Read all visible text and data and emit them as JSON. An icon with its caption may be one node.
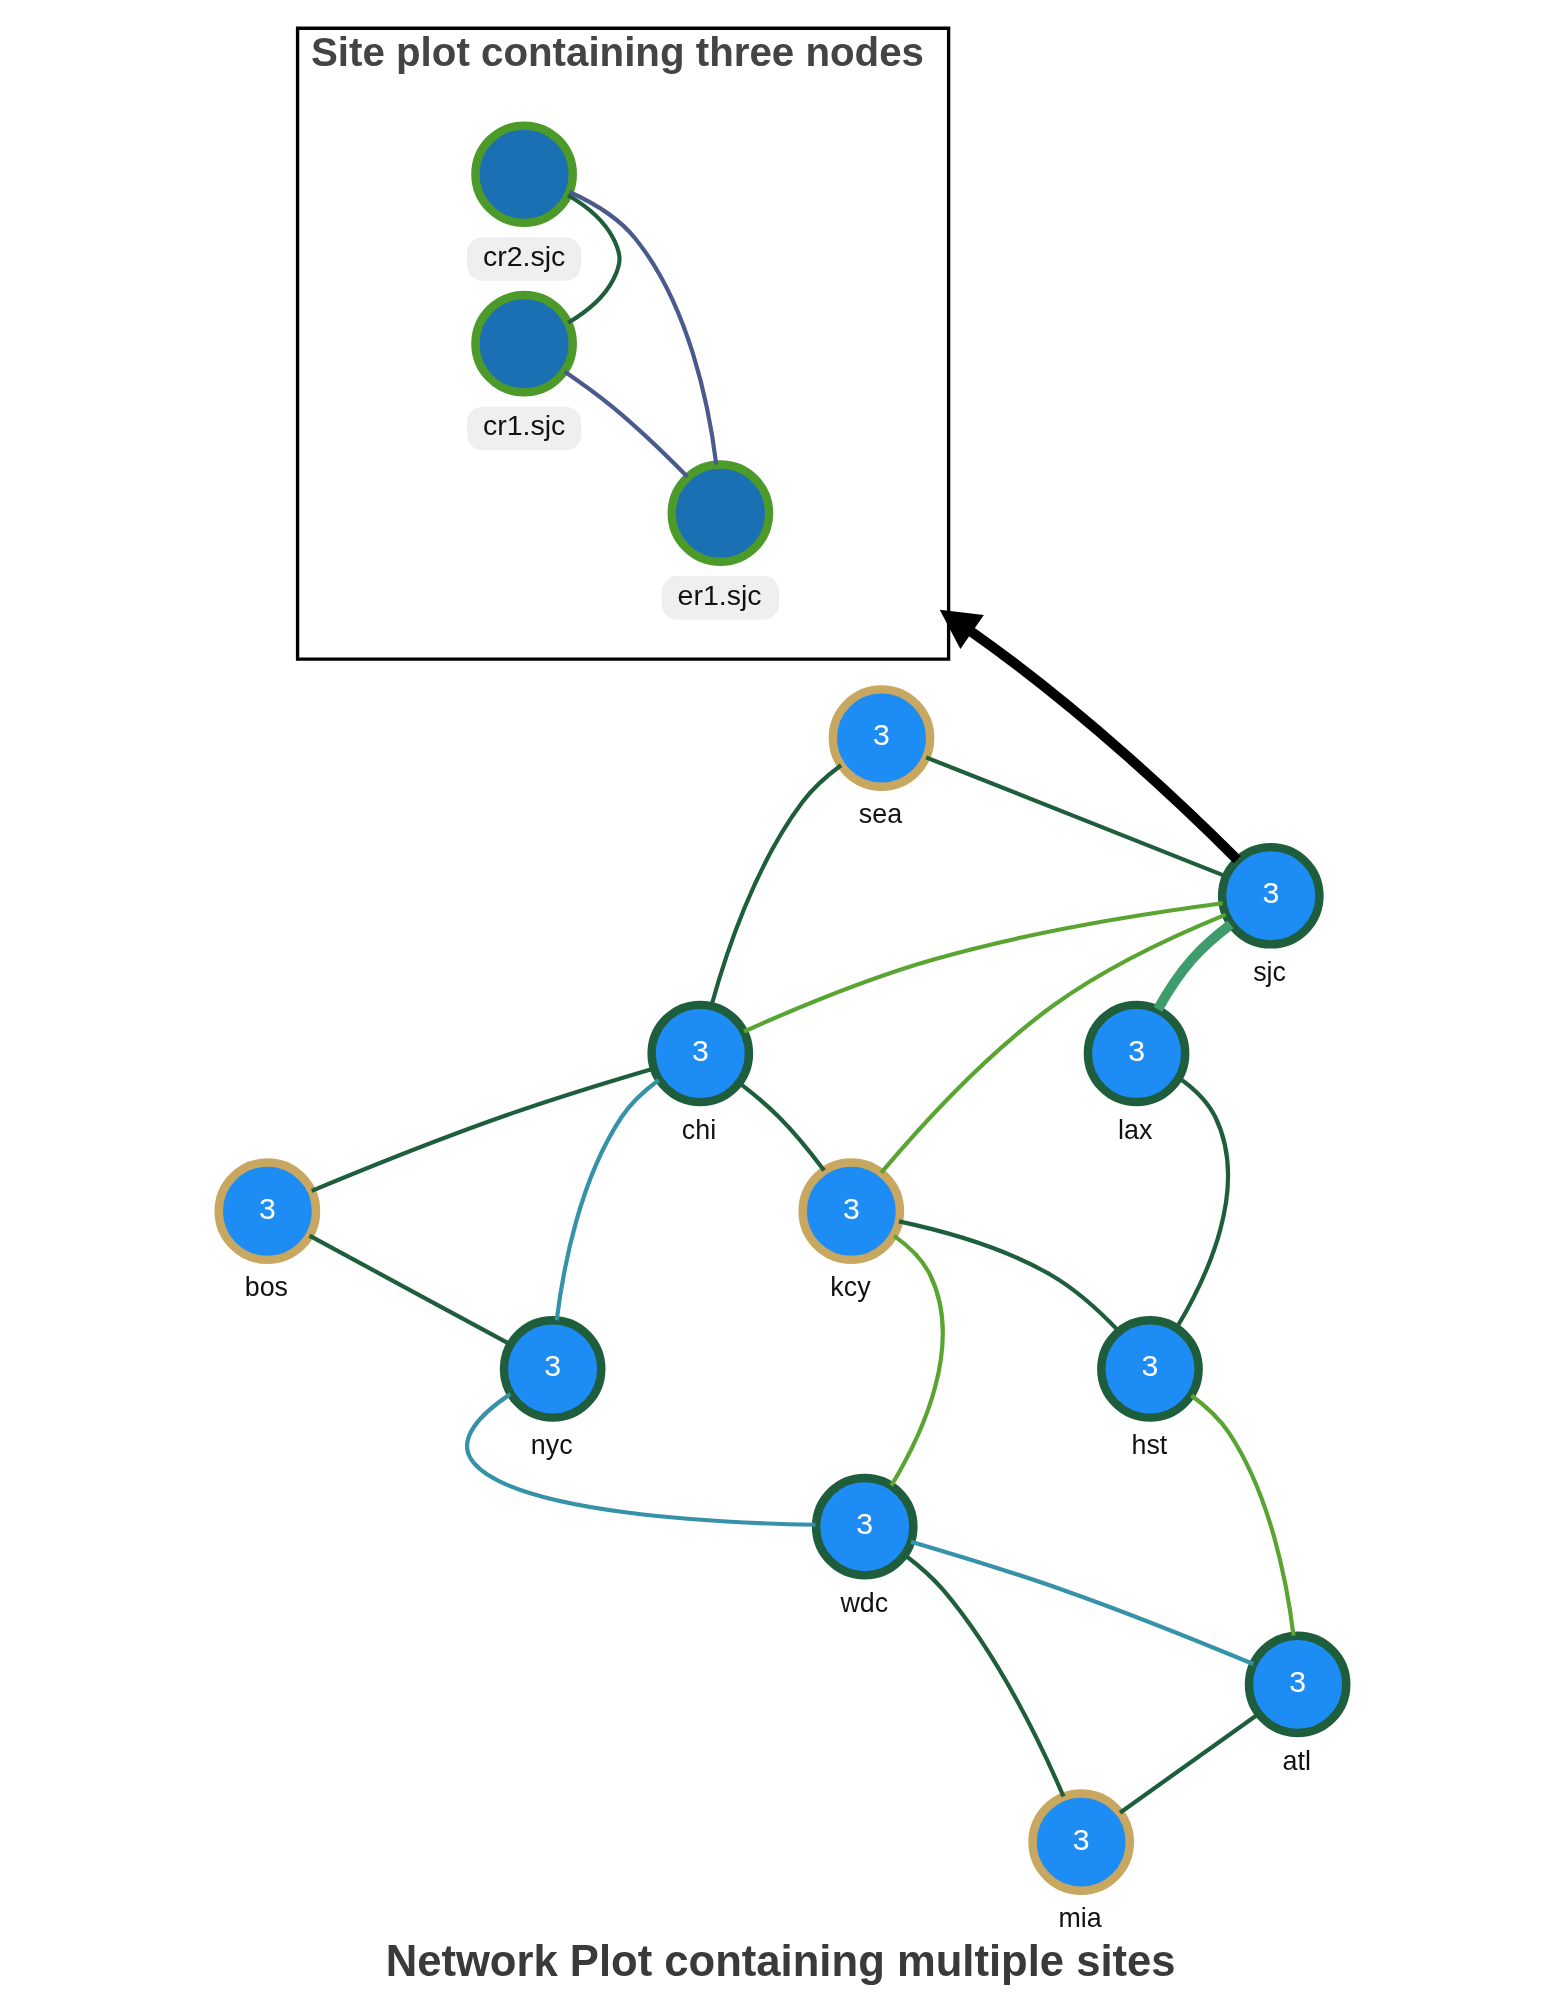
{
  "diagram": {
    "caption": "Network Plot containing multiple sites",
    "nodes": [
      {
        "text": [
          "Site plot containing three nodes"
        ]
      },
      {
        "text": [],
        "shape": "circle",
        "beside": [
          "cr2.sjc"
        ],
        "in": 0
      },
      {
        "text": [],
        "shape": "circle",
        "beside": [
          "cr1.sjc"
        ],
        "in": 0
      },
      {
        "text": [],
        "shape": "circle",
        "beside": [
          "er1.sjc"
        ],
        "in": 0
      },
      {
        "text": [
          "3"
        ],
        "beside": [
          "sea"
        ]
      },
      {
        "text": [
          "3"
        ],
        "beside": [
          "sjc"
        ]
      },
      {
        "text": [
          "3"
        ],
        "beside": [
          "chi"
        ]
      },
      {
        "text": [
          "3"
        ],
        "beside": [
          "lax"
        ]
      },
      {
        "text": [
          "3"
        ],
        "beside": [
          "bos"
        ]
      },
      {
        "text": [
          "3"
        ],
        "beside": [
          "kcy"
        ]
      },
      {
        "text": [
          "3"
        ],
        "beside": [
          "hst"
        ]
      },
      {
        "text": [
          "3"
        ],
        "beside": [
          "nyc"
        ]
      },
      {
        "text": [
          "3"
        ],
        "beside": [
          "wdc"
        ]
      },
      {
        "text": [
          "3"
        ],
        "beside": [
          "atl"
        ]
      },
      {
        "text": [
          "3"
        ],
        "beside": [
          "mia"
        ]
      }
    ],
    "edges": [
      {
        "from": 1,
        "to": 2,
        "arrow": "none"
      },
      {
        "from": 1,
        "to": 3,
        "arrow": "none",
        "color": "#4b5a8c"
      },
      {
        "from": 2,
        "to": 3,
        "arrow": "none",
        "color": "#4b5a8c"
      },
      {
        "from": 5,
        "to": 0,
        "arrow": "to",
        "style": "thick",
        "color": "#000000"
      },
      {
        "from": 4,
        "to": 5,
        "arrow": "none"
      },
      {
        "from": 4,
        "to": 6,
        "arrow": "none"
      },
      {
        "from": 5,
        "to": 6,
        "arrow": "none",
        "color": "#5aa532"
      },
      {
        "from": 5,
        "to": 7,
        "arrow": "none",
        "style": "thick",
        "color": "#3f9c6c"
      },
      {
        "from": 5,
        "to": 9,
        "arrow": "none",
        "color": "#5aa532"
      },
      {
        "from": 6,
        "to": 8,
        "arrow": "none"
      },
      {
        "from": 6,
        "to": 9,
        "arrow": "none"
      },
      {
        "from": 6,
        "to": 11,
        "arrow": "none",
        "color": "#3592a8"
      },
      {
        "from": 8,
        "to": 11,
        "arrow": "none"
      },
      {
        "from": 9,
        "to": 10,
        "arrow": "none"
      },
      {
        "from": 9,
        "to": 12,
        "arrow": "none",
        "color": "#5aa532"
      },
      {
        "from": 7,
        "to": 10,
        "arrow": "none"
      },
      {
        "from": 10,
        "to": 13,
        "arrow": "none",
        "color": "#5aa532"
      },
      {
        "from": 11,
        "to": 12,
        "arrow": "none",
        "color": "#3592a8"
      },
      {
        "from": 12,
        "to": 13,
        "arrow": "none",
        "color": "#3592a8"
      },
      {
        "from": 12,
        "to": 14,
        "arrow": "none"
      },
      {
        "from": 13,
        "to": 14,
        "arrow": "none"
      }
    ]
  }
}
